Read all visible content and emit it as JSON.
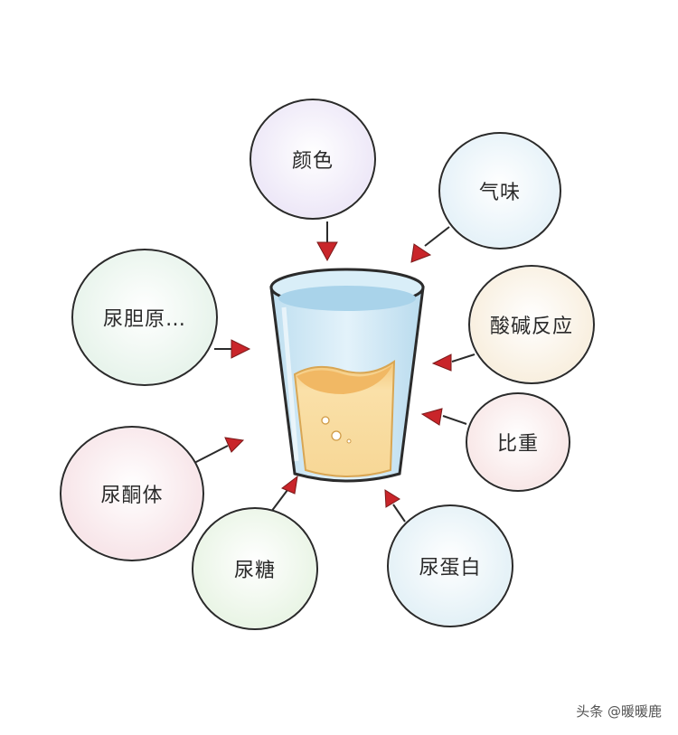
{
  "center": {
    "label": "urine-cup"
  },
  "bubbles": [
    {
      "label": "颜色",
      "color": "#ece6f7"
    },
    {
      "label": "气味",
      "color": "#e4f1f8"
    },
    {
      "label": "尿胆原…",
      "color": "#e6f3ea"
    },
    {
      "label": "酸碱反应",
      "color": "#f8eedd"
    },
    {
      "label": "比重",
      "color": "#f8e6e6"
    },
    {
      "label": "尿酮体",
      "color": "#f7e3e7"
    },
    {
      "label": "尿糖",
      "color": "#e8f4e4"
    },
    {
      "label": "尿蛋白",
      "color": "#e2f0f6"
    }
  ],
  "colors": {
    "arrow": "#c9252a",
    "outline": "#2b2b2b",
    "liquid": "#f6d690",
    "cup": "#cfe6f2"
  },
  "watermark": "头条 @暖暖鹿"
}
